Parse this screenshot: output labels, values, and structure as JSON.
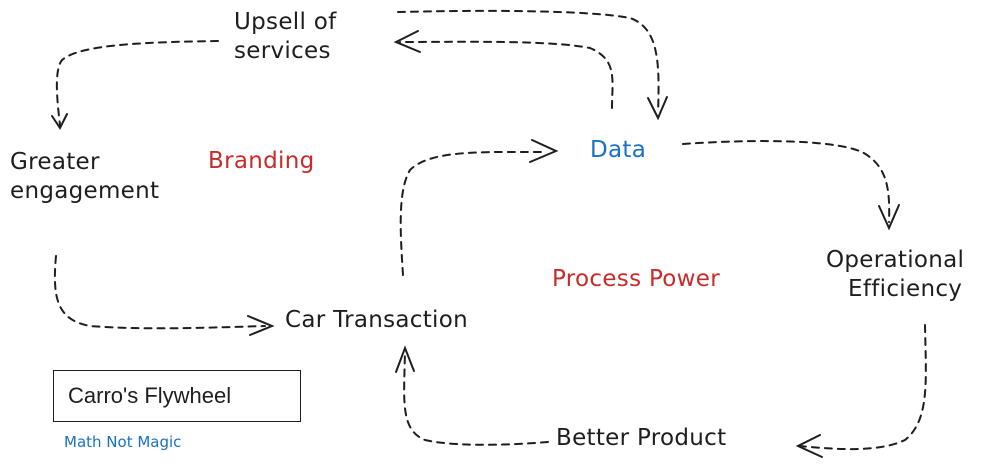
{
  "diagram": {
    "title": "Carro's Flywheel",
    "subtitle": "Math Not Magic",
    "nodes": {
      "upsell": [
        "Upsell of",
        "services"
      ],
      "greater_engagement": [
        "Greater",
        "engagement"
      ],
      "data": "Data",
      "operational_efficiency": [
        "Operational",
        "Efficiency"
      ],
      "car_transaction": "Car Transaction",
      "better_product": "Better Product"
    },
    "themes": {
      "branding": "Branding",
      "process_power": "Process Power"
    },
    "edges": [
      {
        "from": "Upsell of services",
        "to": "Greater engagement"
      },
      {
        "from": "Greater engagement",
        "to": "Car Transaction"
      },
      {
        "from": "Car Transaction",
        "to": "Data"
      },
      {
        "from": "Data",
        "to": "Upsell of services"
      },
      {
        "from": "Upsell of services",
        "to": "Data"
      },
      {
        "from": "Data",
        "to": "Operational Efficiency"
      },
      {
        "from": "Operational Efficiency",
        "to": "Better Product"
      },
      {
        "from": "Better Product",
        "to": "Car Transaction"
      }
    ]
  },
  "colors": {
    "text": "#1e1e1e",
    "edge": "#1e1e1e",
    "accent_blue": "#1971c2",
    "accent_red": "#c92a2a"
  }
}
